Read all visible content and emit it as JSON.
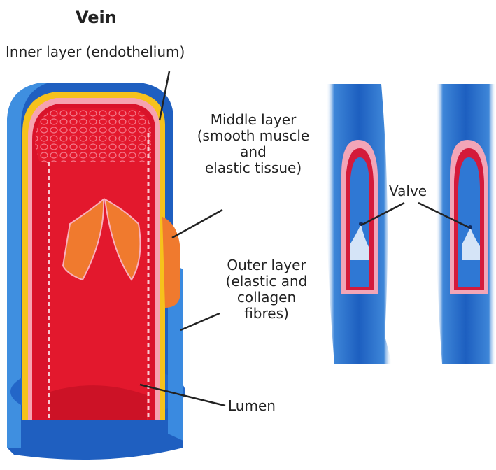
{
  "title": "Vein",
  "labels": {
    "inner_layer": "Inner layer (endothelium)",
    "middle_layer": [
      "Middle layer",
      "(smooth muscle",
      "and",
      "elastic tissue)"
    ],
    "outer_layer": [
      "Outer layer",
      "(elastic and",
      "collagen",
      "fibres)"
    ],
    "lumen": "Lumen",
    "valve": "Valve"
  },
  "colors": {
    "outer_blue": "#1f5fc0",
    "light_blue": "#3f8fe0",
    "red_lumen": "#e3182d",
    "inner_red": "#e8233a",
    "yellow": "#f6c21c",
    "pink": "#f2a5b7",
    "orange": "#f07a2e"
  }
}
